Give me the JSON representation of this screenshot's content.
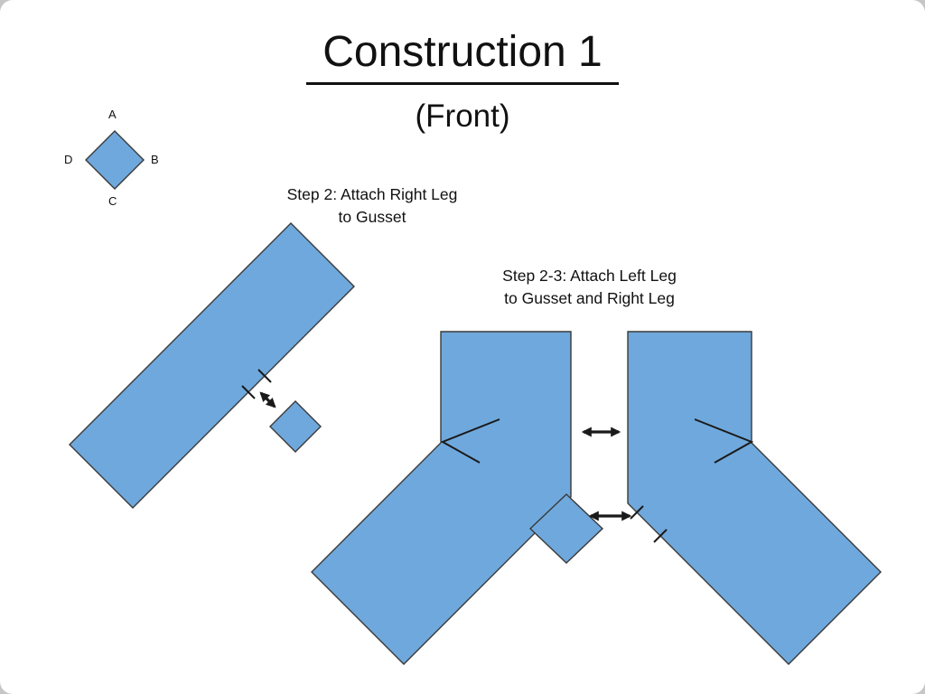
{
  "title": "Construction 1",
  "subtitle": "(Front)",
  "corner_diagram": {
    "label_top": "A",
    "label_right": "B",
    "label_bottom": "C",
    "label_left": "D"
  },
  "annotations": {
    "step2_line1": "Step 2: Attach Right Leg",
    "step2_line2": "to Gusset",
    "step23_line1": "Step 2-3: Attach Left Leg",
    "step23_line2": "to Gusset and Right Leg"
  },
  "colors": {
    "shape_fill": "#6FA8DC",
    "shape_stroke": "#3A3A3A",
    "arrow": "#1A1A1A",
    "text": "#111111"
  }
}
